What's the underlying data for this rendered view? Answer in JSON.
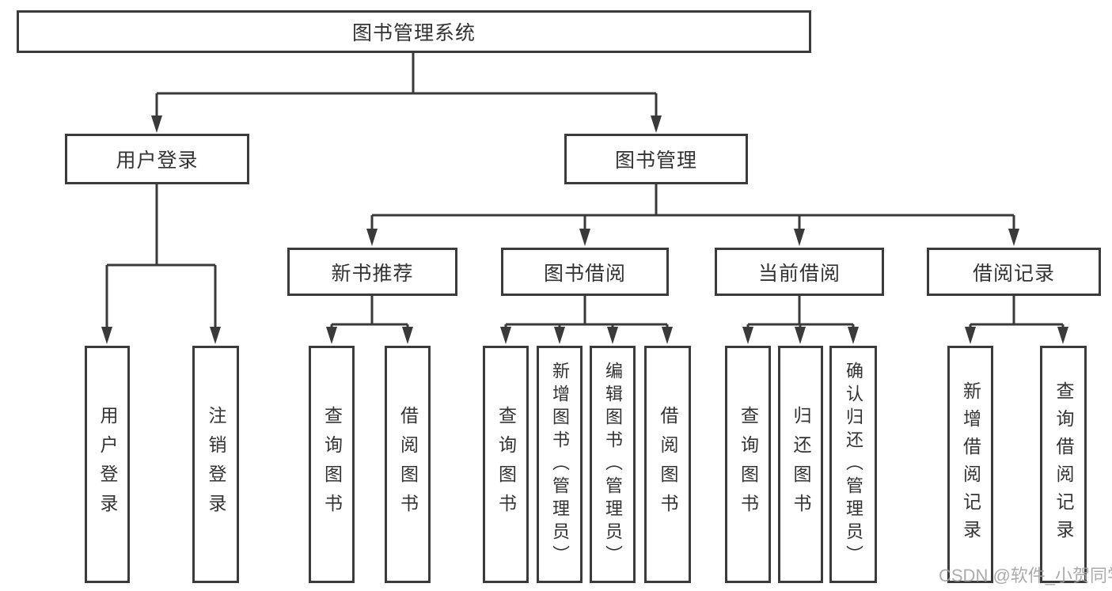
{
  "tree": {
    "root": {
      "label": "图书管理系统"
    },
    "level1": [
      {
        "label": "用户登录"
      },
      {
        "label": "图书管理"
      }
    ],
    "level2": [
      {
        "label": "新书推荐",
        "parent": "图书管理"
      },
      {
        "label": "图书借阅",
        "parent": "图书管理"
      },
      {
        "label": "当前借阅",
        "parent": "图书管理"
      },
      {
        "label": "借阅记录",
        "parent": "图书管理"
      }
    ],
    "leaves": [
      {
        "label": "用户登录",
        "parent": "用户登录"
      },
      {
        "label": "注销登录",
        "parent": "用户登录"
      },
      {
        "label": "查询图书",
        "parent": "新书推荐"
      },
      {
        "label": "借阅图书",
        "parent": "新书推荐"
      },
      {
        "label": "查询图书",
        "parent": "图书借阅"
      },
      {
        "label": "新增图书（管理员）",
        "parent": "图书借阅"
      },
      {
        "label": "编辑图书（管理员）",
        "parent": "图书借阅"
      },
      {
        "label": "借阅图书",
        "parent": "图书借阅"
      },
      {
        "label": "查询图书",
        "parent": "当前借阅"
      },
      {
        "label": "归还图书",
        "parent": "当前借阅"
      },
      {
        "label": "确认归还（管理员）",
        "parent": "当前借阅"
      },
      {
        "label": "新增借阅记录",
        "parent": "借阅记录"
      },
      {
        "label": "查询借阅记录",
        "parent": "借阅记录"
      }
    ]
  },
  "watermark": {
    "text": "CSDN @软件_小贺同学"
  },
  "colors": {
    "line": "#3a3a3a",
    "border": "#3b3b3b",
    "text": "#333333",
    "watermark": "#a3a3a3",
    "background": "#ffffff"
  }
}
